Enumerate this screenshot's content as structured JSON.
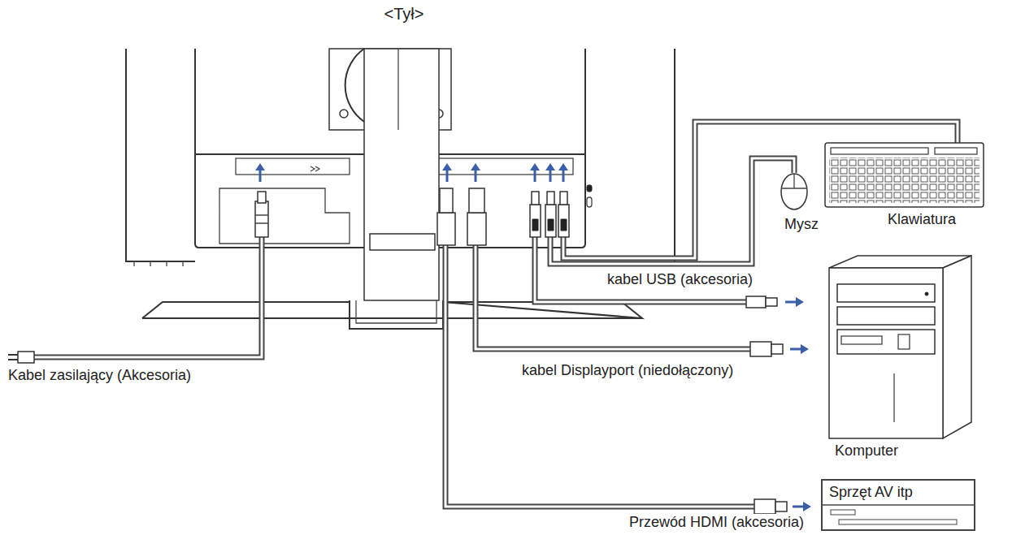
{
  "diagram": {
    "title": "<Tył>",
    "nodes": [
      {
        "text": [
          "Sprzęt AV itp"
        ]
      }
    ],
    "labels": [
      "Kabel zasilający (Akcesoria)",
      "kabel USB (akcesoria)",
      "Mysz",
      "Klawiatura",
      "kabel Displayport (niedołączony)",
      "Komputer",
      "Przewód HDMI (akcesoria)"
    ]
  }
}
